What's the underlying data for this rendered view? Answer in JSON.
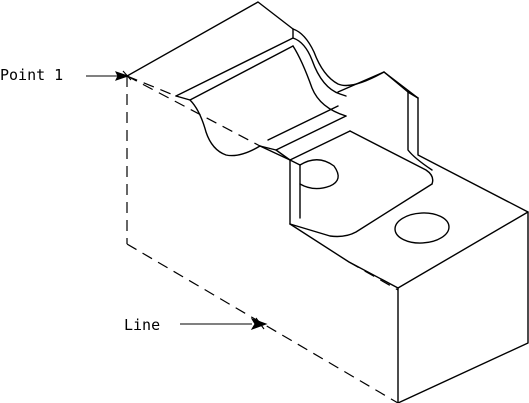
{
  "labels": {
    "point_label": "Point 1",
    "line_label": "Line"
  },
  "colors": {
    "ink": "#000000",
    "background": "#ffffff"
  },
  "line_styles": {
    "visible_edges": "solid",
    "hidden_edges": "dashed"
  }
}
